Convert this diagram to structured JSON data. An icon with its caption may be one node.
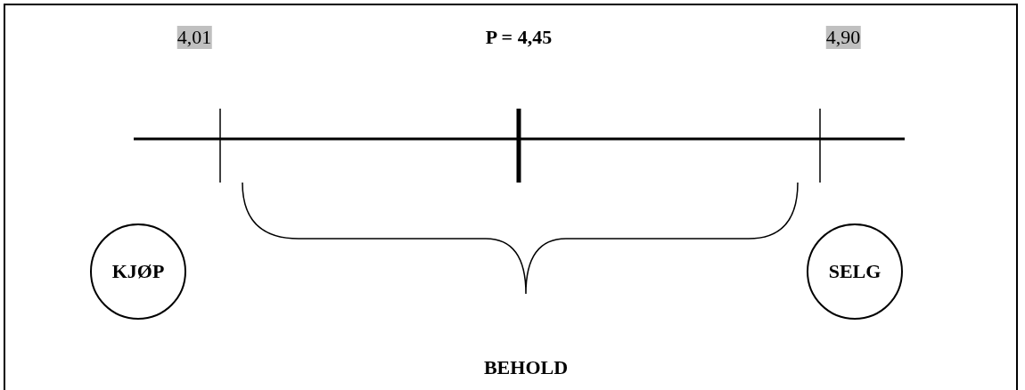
{
  "diagram": {
    "nodes": [
      {
        "text": [
          "KJØP"
        ]
      },
      {
        "text": [
          "SELG"
        ]
      }
    ],
    "edges": [],
    "labels": [
      "4,01",
      "P = 4,45",
      "4,90",
      "BEHOLD"
    ]
  }
}
